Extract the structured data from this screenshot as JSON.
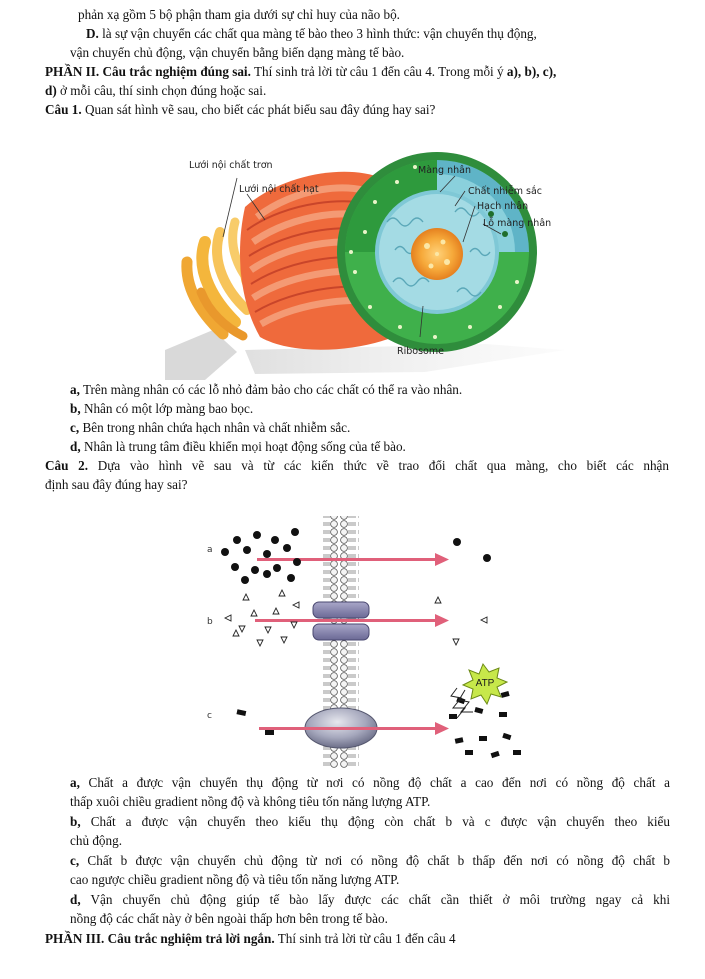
{
  "lines": {
    "l1": "phản xạ gồm 5 bộ phận tham gia dưới sự chỉ huy của não bộ.",
    "l2_bold": "D.",
    "l2": " là sự vận chuyển các chất qua màng tế bào theo 3 hình thức: vận chuyển thụ động,",
    "l3": "vận chuyển chủ động, vận chuyển bằng biến dạng màng tế bào.",
    "l4_bold": "PHẦN II. Câu trắc nghiệm đúng sai.",
    "l4": " Thí sinh trả lời từ câu 1 đến câu 4. Trong mỗi ý ",
    "l4_bold2": "a), b), c),",
    "l5_bold": "d)",
    "l5": " ở mỗi câu, thí sinh chọn đúng hoặc sai.",
    "l6_bold": "Câu 1.",
    "l6": " Quan sát hình vẽ sau, cho biết các phát biểu sau đây đúng hay sai?"
  },
  "figure1": {
    "labels": {
      "smooth_er": "Lưới nội chất trơn",
      "rough_er": "Lưới nội chất hạt",
      "nuclear_membrane": "Màng nhân",
      "chromatin": "Chất nhiễm sắc",
      "nucleolus": "Hạch nhân",
      "nuclear_pore": "Lỗ màng nhân",
      "ribosome": "Ribosome"
    }
  },
  "q1": {
    "a_label": "a,",
    "a_text": " Trên màng nhân có các lỗ nhỏ đảm bảo cho các chất có thể ra vào nhân.",
    "b_label": "b,",
    "b_text": " Nhân có một lớp màng bao bọc.",
    "c_label": "c,",
    "c_text": " Bên trong nhân chứa hạch nhân và chất nhiễm sắc.",
    "d_label": "d,",
    "d_text": " Nhân là trung tâm điều khiển mọi hoạt động sống của tế bào."
  },
  "q2": {
    "head_bold": "Câu 2.",
    "head_1": " Dựa vào hình vẽ sau và từ các kiến thức về trao đổi chất qua màng, cho biết các nhận",
    "head_2": "định sau đây đúng hay sai?",
    "a1_label": "a,",
    "a1": " Chất a được vận chuyển thụ động từ nơi có nồng độ chất a cao đến nơi có nồng độ chất a",
    "a2": "thấp xuôi chiều gradient nồng độ và không tiêu tốn năng lượng ATP.",
    "b1_label": "b,",
    "b1": " Chất a được vận chuyển theo kiểu thụ động còn chất b và c được vận chuyển theo kiểu",
    "b2": "chủ động.",
    "c1_label": "c,",
    "c1": " Chất b được vận chuyển chủ động từ nơi có nồng độ chất b thấp đến nơi có nồng độ chất b",
    "c2": "cao ngược chiều gradient nồng độ và tiêu tốn năng lượng ATP.",
    "d1_label": "d,",
    "d1": " Vận chuyển chủ động giúp tế bào lấy được các chất cần thiết ở môi trường ngay cả khi",
    "d2": "nồng độ các chất này ở bên ngoài thấp hơn bên trong tế bào."
  },
  "figure2": {
    "label_a": "a",
    "label_b": "b",
    "label_c": "c",
    "atp": "ATP"
  },
  "part3": {
    "bold": "PHẦN III. Câu trắc nghiệm trả lời ngắn.",
    "text": " Thí sinh trả lời từ câu 1 đến câu 4"
  }
}
